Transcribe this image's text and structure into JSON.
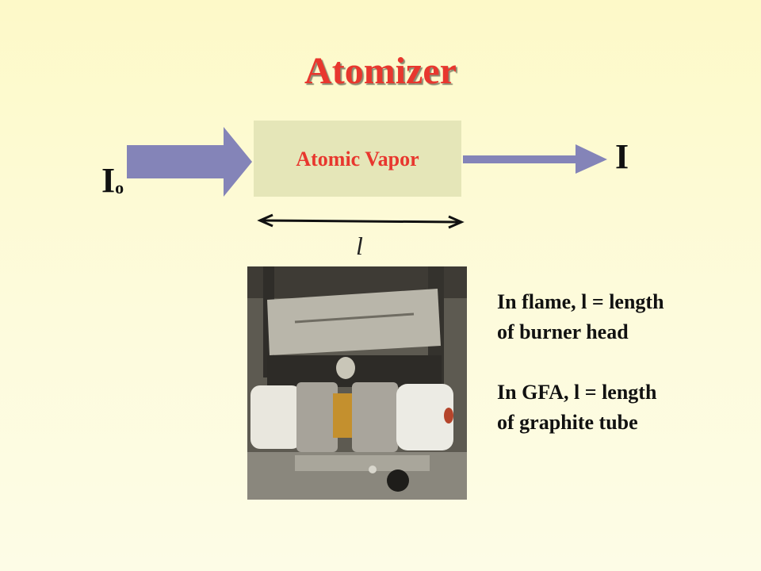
{
  "title": "Atomizer",
  "diagram": {
    "incident_label": "I",
    "incident_subscript": "o",
    "transmitted_label": "I",
    "box_label": "Atomic Vapor",
    "length_label": "l"
  },
  "notes": [
    {
      "line1": "In flame, l = length",
      "line2": "of burner head"
    },
    {
      "line1": "In GFA, l = length",
      "line2": "of graphite tube"
    }
  ],
  "photo": {
    "description": ""
  },
  "colors": {
    "title": "#e8372e",
    "arrow": "#8484b8",
    "box": "#e5e6b8"
  }
}
